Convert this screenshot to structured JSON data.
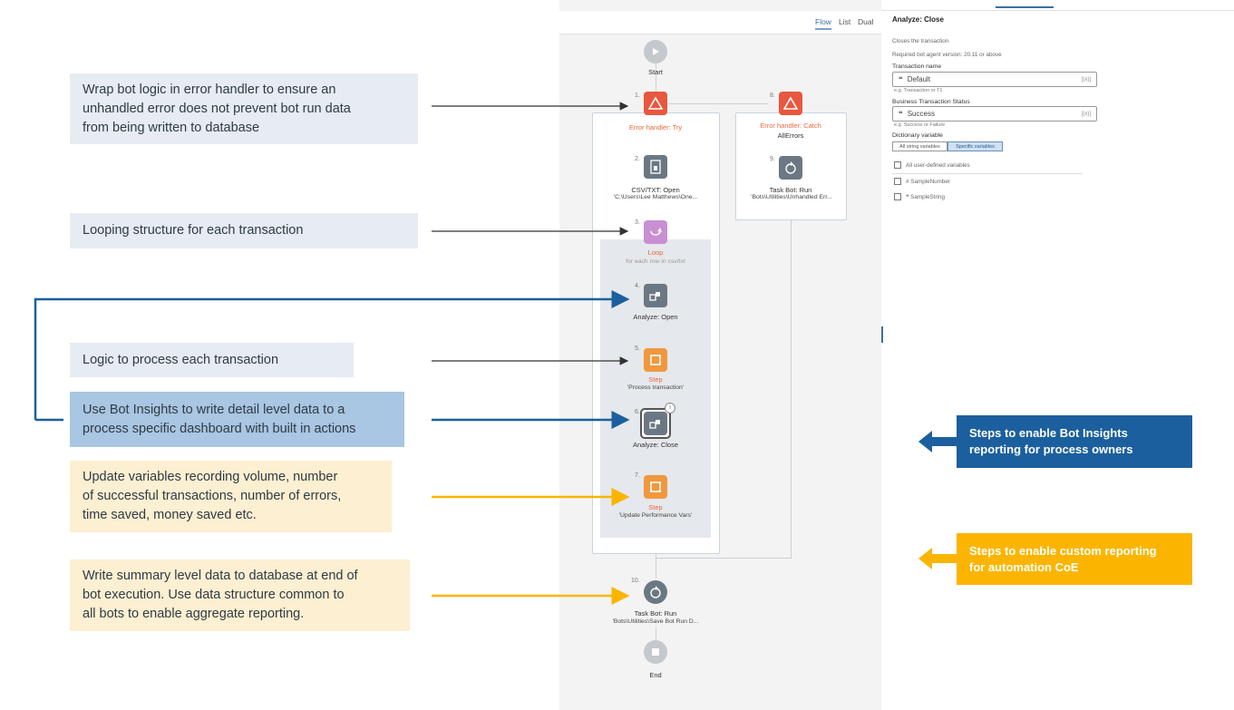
{
  "callouts": {
    "error_handler": "Wrap bot logic in error handler to ensure an\nunhandled error does not prevent bot run data\nfrom being written to database",
    "looping": "Looping structure for each transaction",
    "logic": "Logic to process each transaction",
    "bot_insights": "Use Bot Insights to write detail level data to a\nprocess specific dashboard with built in actions",
    "update_vars": "Update variables recording volume, number\nof successful transactions, number of errors,\ntime saved, money saved etc.",
    "summary": "Write summary level data to database at end of\nbot execution. Use data structure common to\nall bots to enable aggregate reporting."
  },
  "view_tabs": [
    "Flow",
    "List",
    "Dual"
  ],
  "flow": {
    "start": "Start",
    "end": "End",
    "n1": {
      "num": "1.",
      "label": "Error handler: Try"
    },
    "n2": {
      "num": "2.",
      "label": "CSV/TXT: Open",
      "sub": "'C:\\Users\\Lee Matthews\\One..."
    },
    "n3": {
      "num": "3.",
      "label": "Loop",
      "sub": "for each row in csv/txt"
    },
    "n4": {
      "num": "4.",
      "label": "Analyze: Open"
    },
    "n5": {
      "num": "5.",
      "label": "Step",
      "sub": "'Process transaction'"
    },
    "n6": {
      "num": "6.",
      "label": "Analyze: Close"
    },
    "n7": {
      "num": "7.",
      "label": "Step",
      "sub": "'Update Performance Vars'"
    },
    "n8": {
      "num": "8.",
      "label": "Error handler: Catch",
      "sub": "AllErrors"
    },
    "n9": {
      "num": "9.",
      "label": "Task Bot: Run",
      "sub": "'Bots\\Utilities\\Unhandled Err..."
    },
    "n10": {
      "num": "10.",
      "label": "Task Bot: Run",
      "sub": "'Bots\\Utilities\\Save Bot Run D..."
    }
  },
  "panel": {
    "title": "Analyze: Close",
    "desc": "Closes the transaction",
    "required": "Required bot agent version: 20.11 or above",
    "tn_label": "Transaction name",
    "tn_value": "Default",
    "tn_hint": "e.g. Transaction or T1",
    "bts_label": "Business Transaction Status",
    "bts_value": "Success",
    "bts_hint": "e.g. Success or Failure",
    "dict_label": "Dictionary variable",
    "seg_all": "All string variables",
    "seg_specific": "Specific variables",
    "chk_all": "All user-defined variables",
    "chk_1": "SampleNumber",
    "chk_2": "SampleString",
    "var_icon": "[(x)]"
  },
  "side": {
    "insights": "Steps to enable Bot Insights\nreporting for process owners",
    "custom": "Steps to enable custom reporting\nfor automation CoE"
  },
  "colors": {
    "blue": "#1b5f9e",
    "yellow": "#fbb500",
    "error_red": "#e8573f",
    "loop_purple": "#c98fd3",
    "step_orange": "#f0983e",
    "gray_icon": "#6b7883"
  }
}
